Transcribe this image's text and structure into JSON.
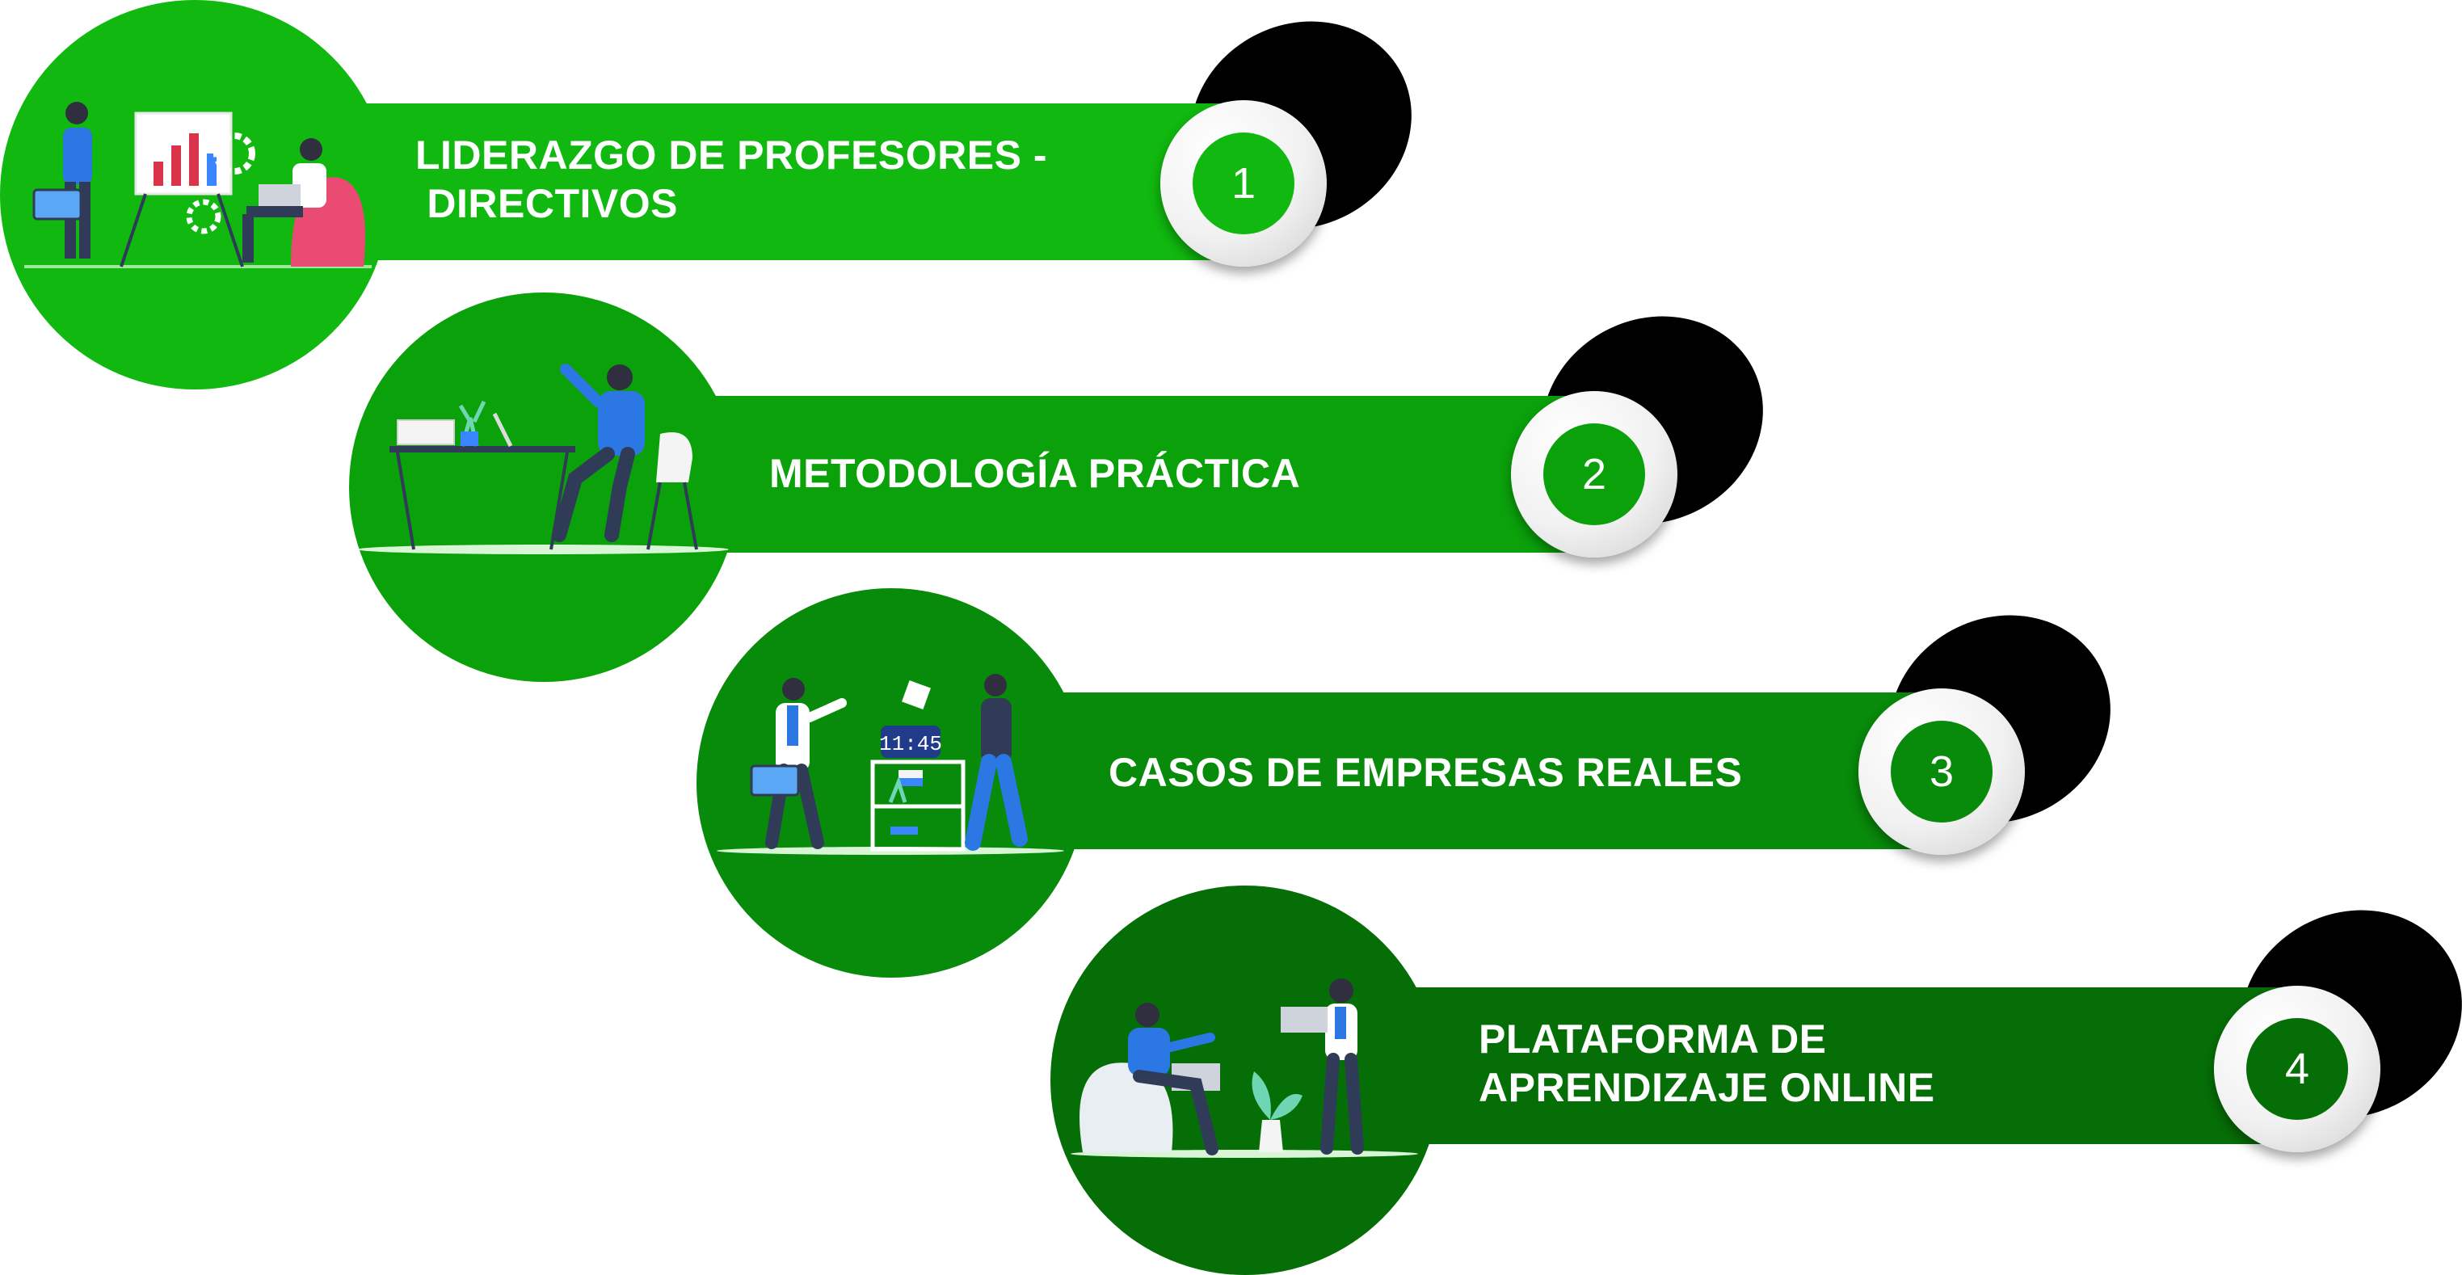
{
  "steps": [
    {
      "number": "1",
      "label": "LIDERAZGO DE PROFESORES -\n DIRECTIVOS",
      "color": "#10b80f"
    },
    {
      "number": "2",
      "label": "METODOLOGÍA PRÁCTICA",
      "color": "#0aa10b"
    },
    {
      "number": "3",
      "label": "CASOS DE EMPRESAS REALES",
      "color": "#088a0a"
    },
    {
      "number": "4",
      "label": "PLATAFORMA DE\nAPRENDIZAJE ONLINE",
      "color": "#066e07"
    }
  ],
  "illustrations": [
    {
      "icon": "presentation-meeting-illustration",
      "clock_text": ""
    },
    {
      "icon": "desk-work-illustration",
      "clock_text": ""
    },
    {
      "icon": "office-bookshelf-illustration",
      "clock_text": "11:45"
    },
    {
      "icon": "online-learning-illustration",
      "clock_text": ""
    }
  ]
}
